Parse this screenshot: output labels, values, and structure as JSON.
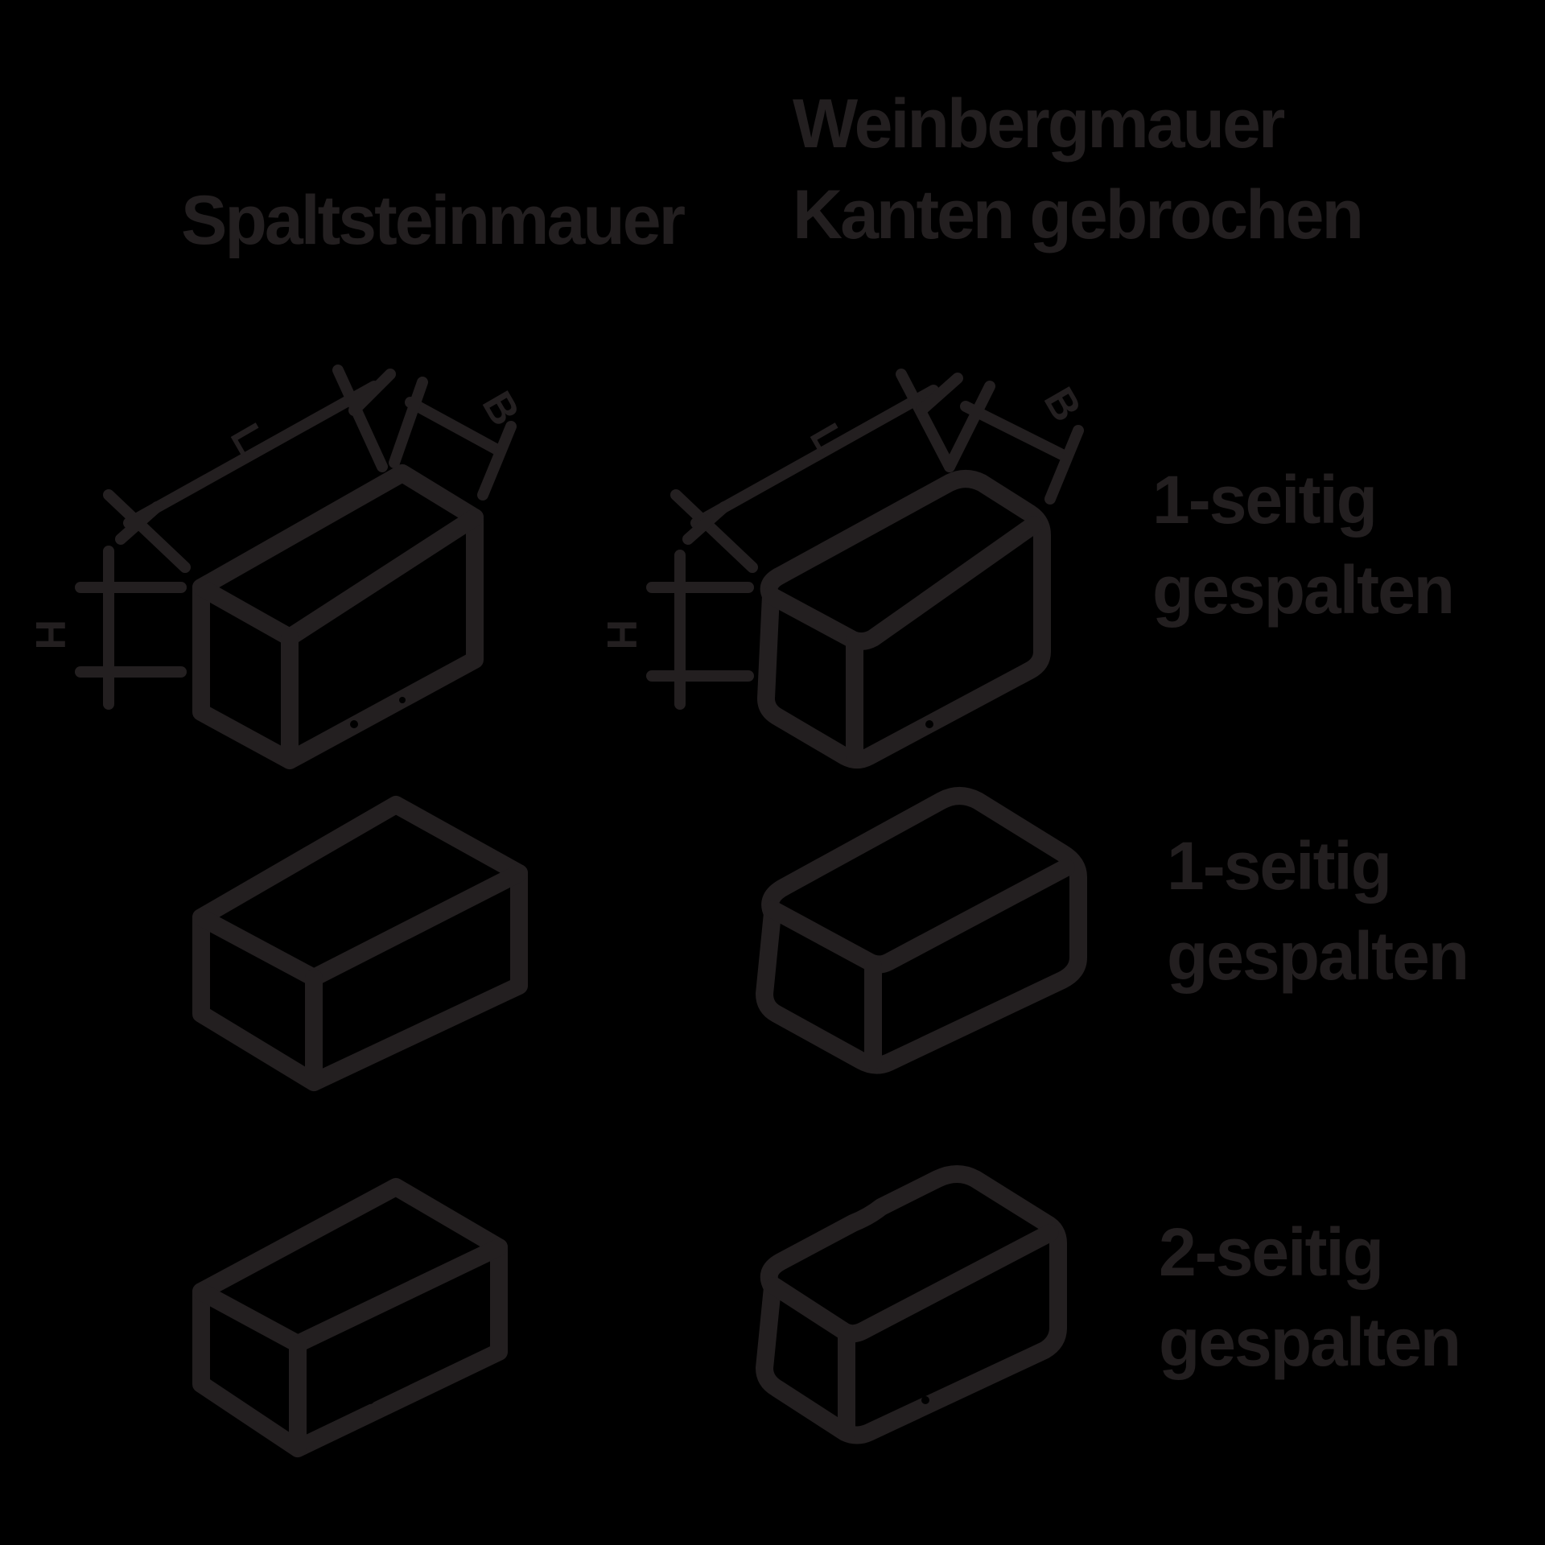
{
  "columns": {
    "left_heading": "Spaltsteinmauer",
    "right_heading_line1": "Weinbergmauer",
    "right_heading_line2": "Kanten gebrochen"
  },
  "dimension_labels": {
    "length": "L",
    "width": "B",
    "height": "H"
  },
  "rows": [
    {
      "label_line1": "1-seitig",
      "label_line2": "gespalten",
      "left_brick": "split-stone-block-1-side-dimensioned",
      "right_brick": "vineyard-block-broken-edges-1-side-dimensioned"
    },
    {
      "label_line1": "1-seitig",
      "label_line2": "gespalten",
      "left_brick": "split-stone-block-1-side",
      "right_brick": "vineyard-block-broken-edges-1-side"
    },
    {
      "label_line1": "2-seitig",
      "label_line2": "gespalten",
      "left_brick": "split-stone-block-2-side",
      "right_brick": "vineyard-block-broken-edges-2-side"
    }
  ],
  "colors": {
    "background": "#000000",
    "ink": "#231f20"
  }
}
